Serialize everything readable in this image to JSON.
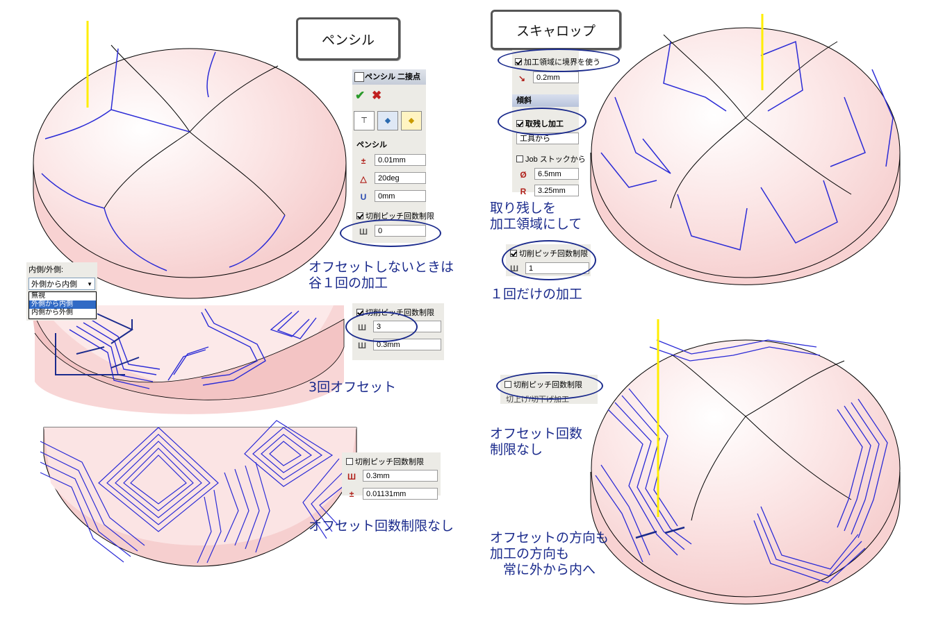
{
  "colors": {
    "note": "#1a2a8c",
    "toolpath": "#2b2bd6",
    "surface": "#f9d9d9",
    "panel": "#ecebe6",
    "yellow": "#ffee00"
  },
  "pencil": {
    "title": "ペンシル",
    "panel": {
      "window_title": "ペンシル 二接点",
      "ok_icon": "check-icon",
      "cancel_icon": "x-icon",
      "section": "ペンシル",
      "tolerance": "0.01mm",
      "angle": "20deg",
      "offset": "0mm",
      "limit_label": "切削ピッチ回数制限",
      "limit_count": "0"
    },
    "note1": "オフセットしないときは\n谷１回の加工",
    "dropdown": {
      "label": "内側/外側:",
      "selected": "外側から内側",
      "options": [
        "無視",
        "外側から内側",
        "内側から外側"
      ]
    },
    "panel2": {
      "limit_label": "切削ピッチ回数制限",
      "count": "3",
      "pitch": "0.3mm"
    },
    "note2": "3回オフセット",
    "panel3": {
      "limit_label": "切削ピッチ回数制限",
      "pitch": "0.3mm",
      "value2": "0.01131mm"
    },
    "note3": "オフセット回数制限なし"
  },
  "scallop": {
    "title": "スキャロップ",
    "panel": {
      "boundary_label": "加工領域に境界を使う",
      "boundary_value": "0.2mm",
      "section": "傾斜",
      "rest_label": "取残し加工",
      "from_tool": "工具から",
      "job_stock": "Job ストックから",
      "diameter": "6.5mm",
      "radius": "3.25mm"
    },
    "note1": "取り残しを\n加工領域にして",
    "limit_label": "切削ピッチ回数制限",
    "limit_count": "1",
    "note2": "１回だけの加工",
    "panel2": {
      "limit_label": "切削ピッチ回数制限",
      "sub_label": "切上げ/切下げ加工"
    },
    "note3": "オフセット回数\n制限なし",
    "note4": "オフセットの方向も\n加工の方向も\n　常に外から内へ"
  }
}
